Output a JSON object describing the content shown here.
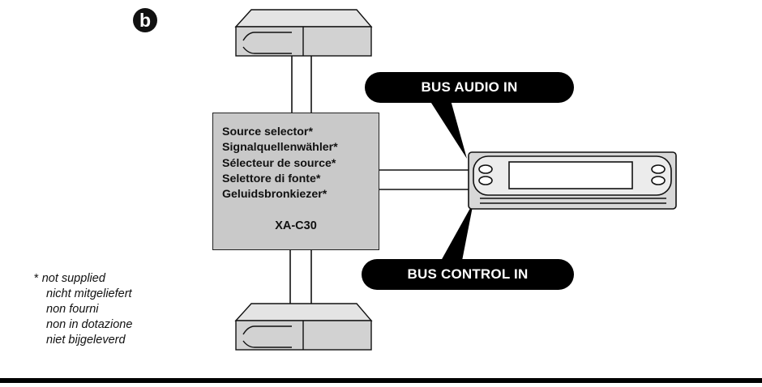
{
  "badge": "b",
  "selector": {
    "lines": [
      "Source selector*",
      "Signalquellenwähler*",
      "Sélecteur de source*",
      "Selettore di fonte*",
      "Geluidsbronkiezer*"
    ],
    "model": "XA-C30"
  },
  "labels": {
    "bus_audio_in": "BUS AUDIO IN",
    "bus_control_in": "BUS CONTROL IN"
  },
  "footnote": {
    "mark": "*",
    "lines": [
      "not supplied",
      "nicht mitgeliefert",
      "non fourni",
      "non in dotazione",
      "niet bijgeleverd"
    ]
  },
  "colors": {
    "box_fill": "#c9c9c9",
    "unit_fill": "#d8d8d8",
    "label_fill": "#000000"
  }
}
